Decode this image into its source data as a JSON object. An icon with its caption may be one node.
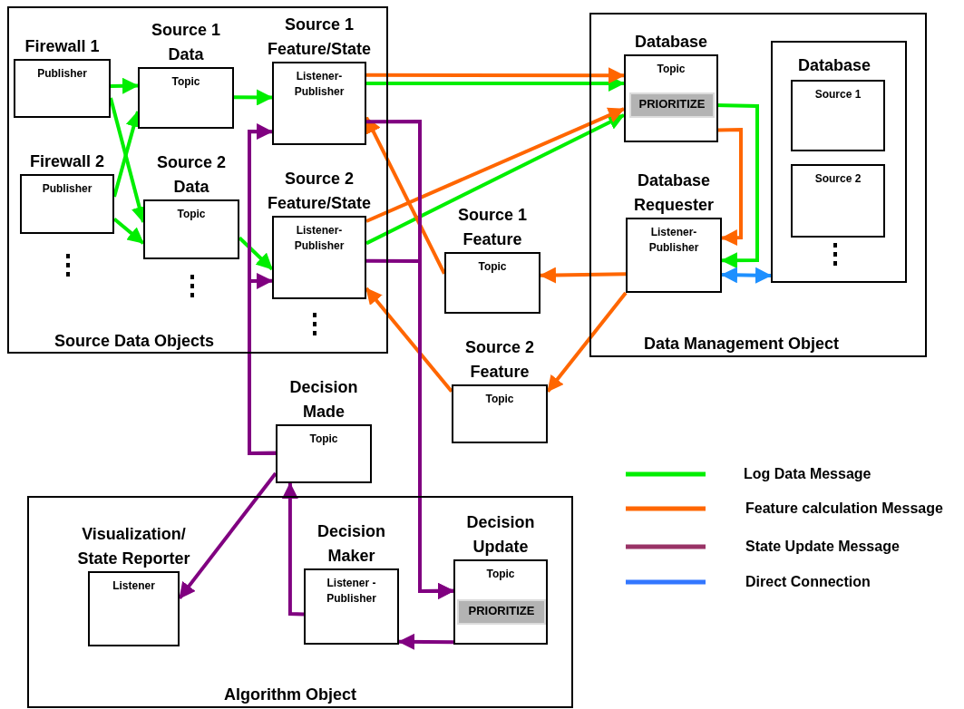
{
  "diagram": {
    "nodes": [
      {
        "text": [
          "Source Data Objects"
        ]
      },
      {
        "text": [
          "Firewall 1",
          "Publisher"
        ],
        "in": 0
      },
      {
        "text": [
          "Source 1 Data",
          "Topic"
        ],
        "in": 0
      },
      {
        "text": [
          "Source 1 Feature/State",
          "Listener- Publisher"
        ],
        "in": 0
      },
      {
        "text": [
          "Firewall 2",
          "Publisher"
        ],
        "in": 0
      },
      {
        "text": [
          "Source 2 Data",
          "Topic"
        ],
        "in": 0
      },
      {
        "text": [
          "Source 2 Feature/State",
          "Listener- Publisher"
        ],
        "in": 0
      },
      {
        "text": [
          "Data Management Object"
        ]
      },
      {
        "text": [
          "Database",
          "Topic"
        ],
        "in": 7
      },
      {
        "text": [
          "PRIORITIZE"
        ],
        "in": 8
      },
      {
        "text": [
          "Database"
        ],
        "in": 7
      },
      {
        "text": [
          "Source 1"
        ],
        "in": 10
      },
      {
        "text": [
          "Source 2"
        ],
        "in": 10
      },
      {
        "text": [
          "Database Requester",
          "Listener- Publisher"
        ],
        "in": 7
      },
      {
        "text": [
          "Source 1 Feature",
          "Topic"
        ]
      },
      {
        "text": [
          "Source 2 Feature",
          "Topic"
        ]
      },
      {
        "text": [
          "Decision Made",
          "Topic"
        ]
      },
      {
        "text": [
          "Algorithm Object"
        ]
      },
      {
        "text": [
          "Visualization/ State Reporter",
          "Listener"
        ],
        "in": 17
      },
      {
        "text": [
          "Decision Maker",
          "Listener - Publisher"
        ],
        "in": 17
      },
      {
        "text": [
          "Decision Update",
          "Topic"
        ],
        "in": 17
      },
      {
        "text": [
          "PRIORITIZE"
        ],
        "in": 20
      }
    ],
    "edges": [
      {
        "from": 1,
        "to": 2,
        "arrow": "to"
      },
      {
        "from": 1,
        "to": 5,
        "arrow": "to"
      },
      {
        "from": 4,
        "to": 2,
        "arrow": "to"
      },
      {
        "from": 4,
        "to": 5,
        "arrow": "to"
      },
      {
        "from": 2,
        "to": 3,
        "arrow": "to"
      },
      {
        "from": 5,
        "to": 6,
        "arrow": "to"
      },
      {
        "from": 3,
        "to": 8,
        "arrow": "to"
      },
      {
        "from": 6,
        "to": 8,
        "arrow": "to"
      },
      {
        "from": 9,
        "to": 13,
        "arrow": "to"
      },
      {
        "from": 3,
        "to": 8,
        "arrow": "to",
        "color": "#ff6600"
      },
      {
        "from": 6,
        "to": 8,
        "arrow": "to",
        "color": "#ff6600"
      },
      {
        "from": 8,
        "to": 13,
        "arrow": "to",
        "color": "#ff6600"
      },
      {
        "from": 13,
        "to": 14,
        "arrow": "to",
        "color": "#ff6600"
      },
      {
        "from": 13,
        "to": 15,
        "arrow": "to",
        "color": "#ff6600"
      },
      {
        "from": 14,
        "to": 3,
        "arrow": "to",
        "color": "#ff6600"
      },
      {
        "from": 15,
        "to": 6,
        "arrow": "to",
        "color": "#ff6600"
      },
      {
        "from": 13,
        "to": 10,
        "arrow": "both",
        "color": "#1e90ff"
      },
      {
        "from": 16,
        "to": 3,
        "arrow": "to",
        "color": "#800080"
      },
      {
        "from": 16,
        "to": 6,
        "arrow": "to",
        "color": "#800080"
      },
      {
        "from": 3,
        "to": 20,
        "arrow": "to",
        "color": "#800080"
      },
      {
        "from": 6,
        "to": 20,
        "arrow": "to",
        "color": "#800080"
      },
      {
        "from": 20,
        "to": 19,
        "arrow": "to",
        "color": "#800080"
      },
      {
        "from": 19,
        "to": 16,
        "arrow": "to",
        "color": "#800080"
      },
      {
        "from": 16,
        "to": 18,
        "arrow": "to",
        "color": "#800080"
      }
    ],
    "legend": [
      {
        "text": "Log Data Message",
        "color": "#00ee00"
      },
      {
        "text": "Feature calculation Message",
        "color": "#ff6600"
      },
      {
        "text": "State Update Message",
        "color": "#993366"
      },
      {
        "text": "Direct Connection",
        "color": "#3377ff"
      }
    ]
  }
}
